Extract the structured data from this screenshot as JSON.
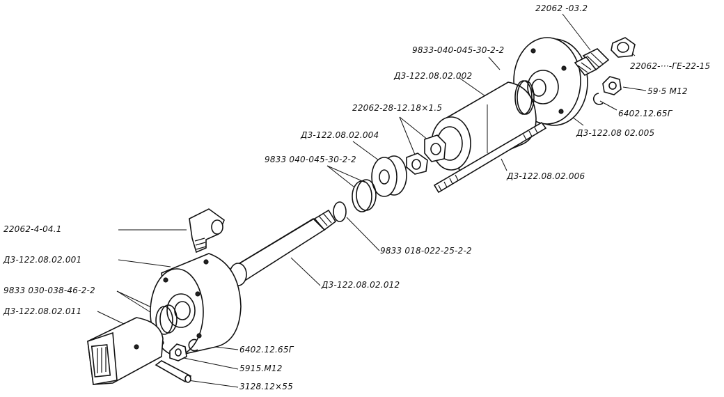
{
  "labels": {
    "l01": "22062 -03.2",
    "l02": "22062-···-ГЕ-22-15",
    "l03": "9833-040-045-30-2-2",
    "l04": "Д3-122.08.02.002",
    "l05": "59·5 М12",
    "l06": "6402.12.65Г",
    "l07": "Д3-122.08 02.005",
    "l08": "22062-28-12.18×1.5",
    "l09": "Д3-122.08.02.004",
    "l10": "9833 040-045-30-2-2",
    "l11": "Д3-122.08.02.006",
    "l12": "22062-4-04.1",
    "l13": "Д3-122.08.02.001",
    "l14": "9833 018-022-25-2-2",
    "l15": "9833 030-038-46-2-2",
    "l16": "Д3-122.08.02.012",
    "l17": "Д3-122.08.02.011",
    "l18": "6402.12.65Г",
    "l19": "5915.М12",
    "l20": "3128.12×55"
  }
}
